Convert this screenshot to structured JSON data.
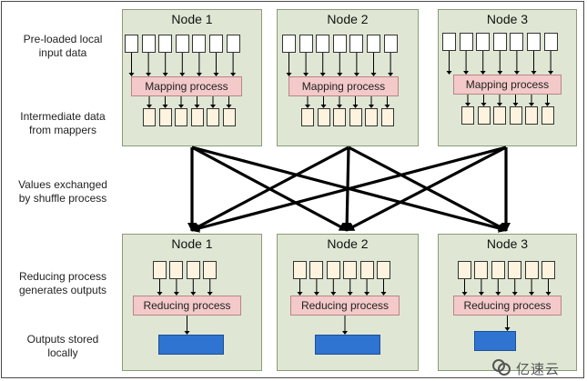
{
  "labels": {
    "preloaded": [
      "Pre-loaded local",
      "input data"
    ],
    "intermediate": [
      "Intermediate data",
      "from mappers"
    ],
    "exchanged": [
      "Values exchanged",
      "by shuffle process"
    ],
    "reducing": [
      "Reducing process",
      "generates outputs"
    ],
    "outputs": [
      "Outputs stored",
      "locally"
    ]
  },
  "map_nodes": [
    {
      "title": "Node 1",
      "process": "Mapping process"
    },
    {
      "title": "Node 2",
      "process": "Mapping process"
    },
    {
      "title": "Node 3",
      "process": "Mapping process"
    }
  ],
  "reduce_nodes": [
    {
      "title": "Node 1",
      "process": "Reducing process"
    },
    {
      "title": "Node 2",
      "process": "Reducing process"
    },
    {
      "title": "Node 3",
      "process": "Reducing process"
    }
  ],
  "watermark": {
    "text": "亿速云",
    "icon": "cloud-logo-icon"
  },
  "colors": {
    "node_bg": "#dfe7d4",
    "process_bg": "#f3c9c9",
    "output_block": "#2f74d0"
  }
}
